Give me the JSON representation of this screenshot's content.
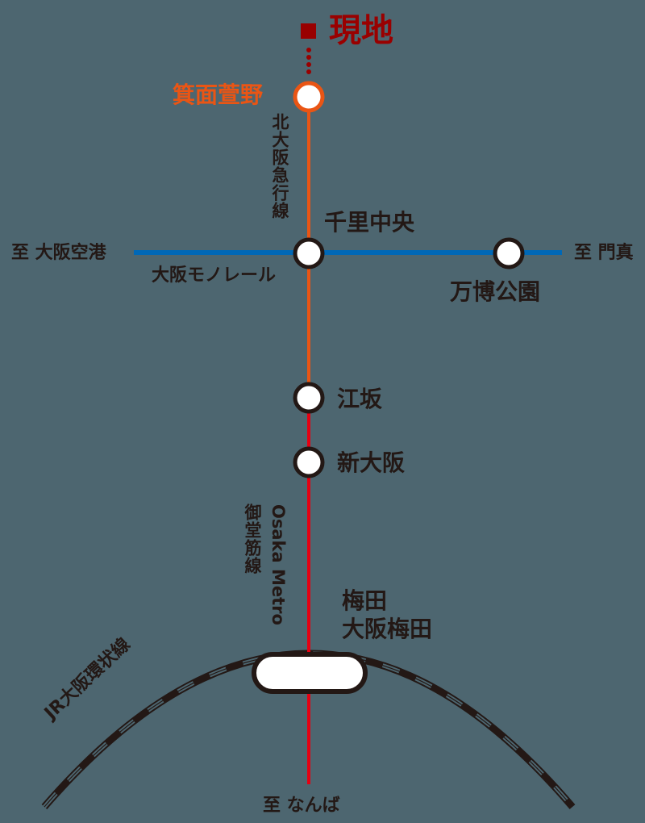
{
  "colors": {
    "background": "#4d6670",
    "current_location": "#990000",
    "kita_osaka_kyuko": "#ea5514",
    "osaka_monorail": "#0068b7",
    "midosuji": "#e60012",
    "jr_loop": "#231815",
    "station_fill": "#ffffff",
    "text": "#231815"
  },
  "current_location": {
    "label": "現地"
  },
  "lines": {
    "kita_osaka_kyuko": {
      "name": "北大阪急行線"
    },
    "osaka_monorail": {
      "name": "大阪モノレール",
      "west_terminus": "至 大阪空港",
      "east_terminus": "至 門真"
    },
    "midosuji": {
      "name_en": "Osaka Metro",
      "name_ja": "御堂筋線",
      "south_terminus": "至 なんば"
    },
    "jr_loop": {
      "name": "JR大阪環状線"
    }
  },
  "stations": [
    {
      "id": "minoh-kayano",
      "name": "箕面萱野",
      "highlight": true
    },
    {
      "id": "senri-chuo",
      "name": "千里中央"
    },
    {
      "id": "banpaku-koen",
      "name": "万博公園"
    },
    {
      "id": "esaka",
      "name": "江坂"
    },
    {
      "id": "shin-osaka",
      "name": "新大阪"
    },
    {
      "id": "umeda",
      "name": "梅田",
      "name2": "大阪梅田"
    }
  ]
}
